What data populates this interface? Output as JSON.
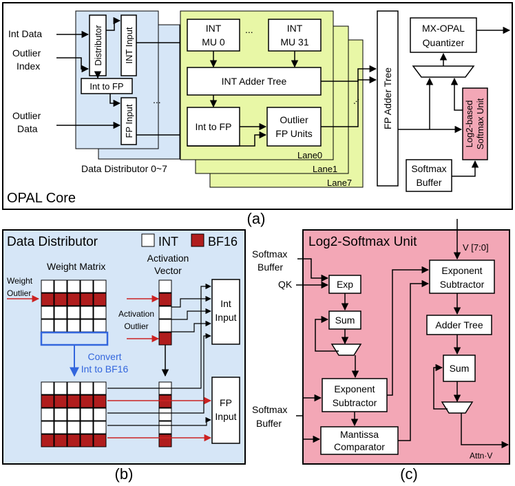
{
  "colors": {
    "distributor_bg": "#d6e6f7",
    "lane_bg": "#e8f7a6",
    "softmax_bg": "#f3a7b6",
    "bf16": "#b01d1d",
    "convert_blue": "#3366dd",
    "arrow_red": "#cc2222"
  },
  "panel_a": {
    "core_title": "OPAL Core",
    "caption": "(a)",
    "inputs": {
      "int_data": "Int Data",
      "outlier_line1": "Outlier",
      "outlier_line2": "Index",
      "outlier_data_line1": "Outlier",
      "outlier_data_line2": "Data"
    },
    "distributor": {
      "distributor_label": "Distributor",
      "int_input": "INT Input",
      "int_to_fp": "Int to FP",
      "fp_input": "FP Input",
      "ellipsis": "...",
      "caption": "Data Distributor 0~7"
    },
    "lane": {
      "mu0_line1": "INT",
      "mu0_line2": "MU 0",
      "mu31_line1": "INT",
      "mu31_line2": "MU 31",
      "ellipsis": "...",
      "adder_tree": "INT Adder Tree",
      "int_to_fp": "Int to FP",
      "outlier_line1": "Outlier",
      "outlier_line2": "FP Units",
      "lane_labels": [
        "Lane0",
        "Lane1",
        "Lane7"
      ],
      "stack_ellipsis": "..."
    },
    "fp_adder_tree": "FP Adder Tree",
    "quantizer_line1": "MX-OPAL",
    "quantizer_line2": "Quantizer",
    "log2_unit_line1": "Log2-based",
    "log2_unit_line2": "Softmax Unit",
    "softmax_buffer_line1": "Softmax",
    "softmax_buffer_line2": "Buffer"
  },
  "panel_b": {
    "title": "Data Distributor",
    "caption": "(b)",
    "legend": {
      "int": "INT",
      "bf16": "BF16"
    },
    "weight_matrix": "Weight Matrix",
    "weight_outlier_line1": "Weight",
    "weight_outlier_line2": "Outlier",
    "activation_line1": "Activation",
    "activation_line2": "Vector",
    "activation_outlier_line1": "Activation",
    "activation_outlier_line2": "Outlier",
    "convert_line1": "Convert",
    "convert_line2": "Int to BF16",
    "int_input_line1": "Int",
    "int_input_line2": "Input",
    "fp_input_line1": "FP",
    "fp_input_line2": "Input",
    "weight_top_bf16_rows": [
      1
    ],
    "weight_bottom_bf16_rows": [
      1,
      4
    ],
    "act_top_bf16_rows": [
      1,
      4
    ],
    "act_bottom_bf16_rows": [
      1,
      4
    ]
  },
  "panel_c": {
    "title": "Log2-Softmax Unit",
    "caption": "(c)",
    "v_input": "V [7:0]",
    "softmax_buffer_top_line1": "Softmax",
    "softmax_buffer_top_line2": "Buffer",
    "qk": "QK",
    "exp": "Exp",
    "sum_left": "Sum",
    "exp_sub_left_line1": "Exponent",
    "exp_sub_left_line2": "Subtractor",
    "mantissa_line1": "Mantissa",
    "mantissa_line2": "Comparator",
    "softmax_buffer_bottom_line1": "Softmax",
    "softmax_buffer_bottom_line2": "Buffer",
    "exp_sub_right_line1": "Exponent",
    "exp_sub_right_line2": "Subtractor",
    "adder_tree": "Adder Tree",
    "sum_right": "Sum",
    "output": "Attn·V"
  }
}
